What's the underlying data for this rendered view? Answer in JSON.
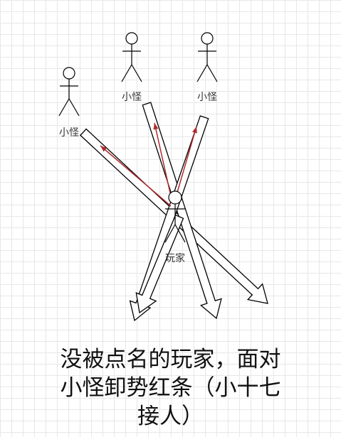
{
  "actors": {
    "monster_left": "小怪",
    "monster_mid": "小怪",
    "monster_right": "小怪",
    "player": "玩家"
  },
  "caption": {
    "line1": "没被点名的玩家，面对",
    "line2": "小怪卸势红条（小十七",
    "line3": "接人）"
  },
  "colors": {
    "outline": "#000000",
    "red_bar": "#b02a2a",
    "text": "#111111"
  }
}
